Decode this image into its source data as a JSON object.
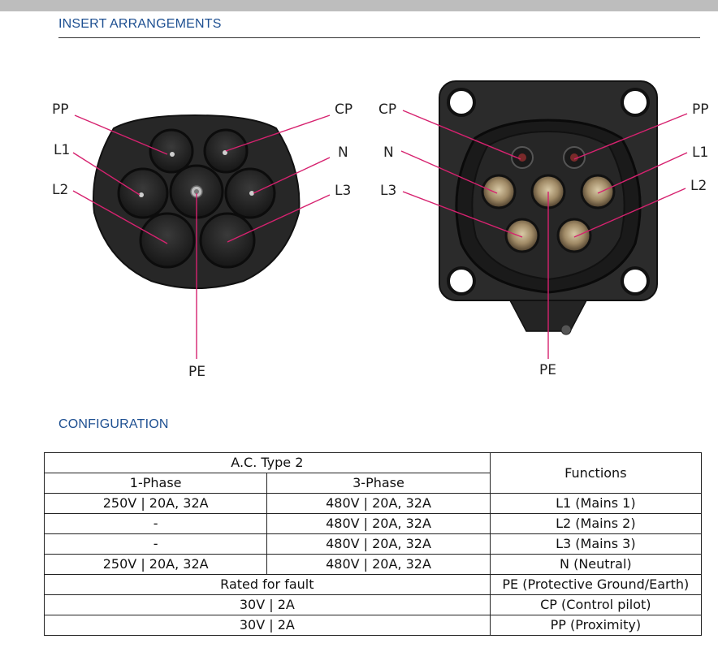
{
  "sections": {
    "insert_title": "INSERT ARRANGEMENTS",
    "config_title": "CONFIGURATION"
  },
  "plug_labels": {
    "pp": "PP",
    "cp": "CP",
    "l1": "L1",
    "n": "N",
    "l2": "L2",
    "l3": "L3",
    "pe": "PE"
  },
  "socket_labels": {
    "cp": "CP",
    "pp": "PP",
    "n": "N",
    "l1": "L1",
    "l3": "L3",
    "l2": "L2",
    "pe": "PE"
  },
  "colors": {
    "accent_blue": "#1d4f91",
    "leader_line": "#d6226f",
    "connector_body": "#2a2a2a"
  },
  "table": {
    "header": {
      "group": "A.C. Type 2",
      "phase1": "1-Phase",
      "phase3": "3-Phase",
      "functions": "Functions"
    },
    "rows": [
      {
        "phase1": "250V | 20A, 32A",
        "phase3": "480V | 20A, 32A",
        "function": "L1 (Mains 1)"
      },
      {
        "phase1": "-",
        "phase3": "480V | 20A, 32A",
        "function": "L2 (Mains 2)"
      },
      {
        "phase1": "-",
        "phase3": "480V | 20A, 32A",
        "function": "L3 (Mains 3)"
      },
      {
        "phase1": "250V | 20A, 32A",
        "phase3": "480V | 20A, 32A",
        "function": "N (Neutral)"
      }
    ],
    "merged_rows": [
      {
        "label": "Rated for fault",
        "function": "PE (Protective Ground/Earth)"
      },
      {
        "label": "30V | 2A",
        "function": "CP (Control pilot)"
      },
      {
        "label": "30V | 2A",
        "function": "PP (Proximity)"
      }
    ]
  }
}
